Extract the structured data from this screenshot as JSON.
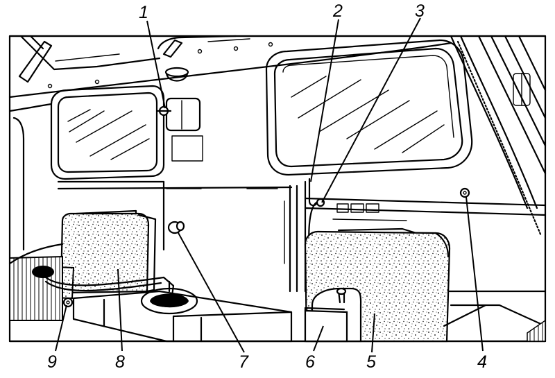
{
  "figure": {
    "callouts": [
      {
        "id": "1",
        "text": "1"
      },
      {
        "id": "2",
        "text": "2"
      },
      {
        "id": "3",
        "text": "3"
      },
      {
        "id": "4",
        "text": "4"
      },
      {
        "id": "5",
        "text": "5"
      },
      {
        "id": "6",
        "text": "6"
      },
      {
        "id": "7",
        "text": "7"
      },
      {
        "id": "8",
        "text": "8"
      },
      {
        "id": "9",
        "text": "9"
      }
    ]
  }
}
